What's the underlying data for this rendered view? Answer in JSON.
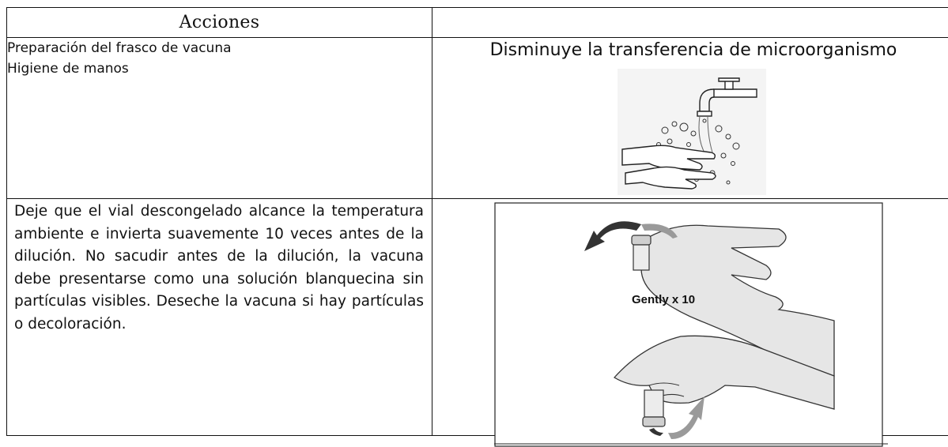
{
  "table": {
    "header": {
      "col1": "Acciones",
      "col2": ""
    },
    "row1": {
      "lines": [
        "Preparación del frasco de vacuna",
        "Higiene de manos"
      ],
      "caption": "Disminuye la transferencia de microorganismo",
      "figure_icon": "handwashing-faucet-illustration"
    },
    "row2": {
      "paragraph": "Deje que el vial descongelado alcance la temperatura ambiente e invierta suavemente 10 veces antes de la dilución. No sacudir antes de la dilución, la vacuna debe presentarse como una solución blanquecina sin partículas visibles. Deseche la vacuna si hay partículas o decoloración.",
      "figure_label": "Gently x 10",
      "figure_icon": "invert-vial-hand-illustration"
    }
  }
}
